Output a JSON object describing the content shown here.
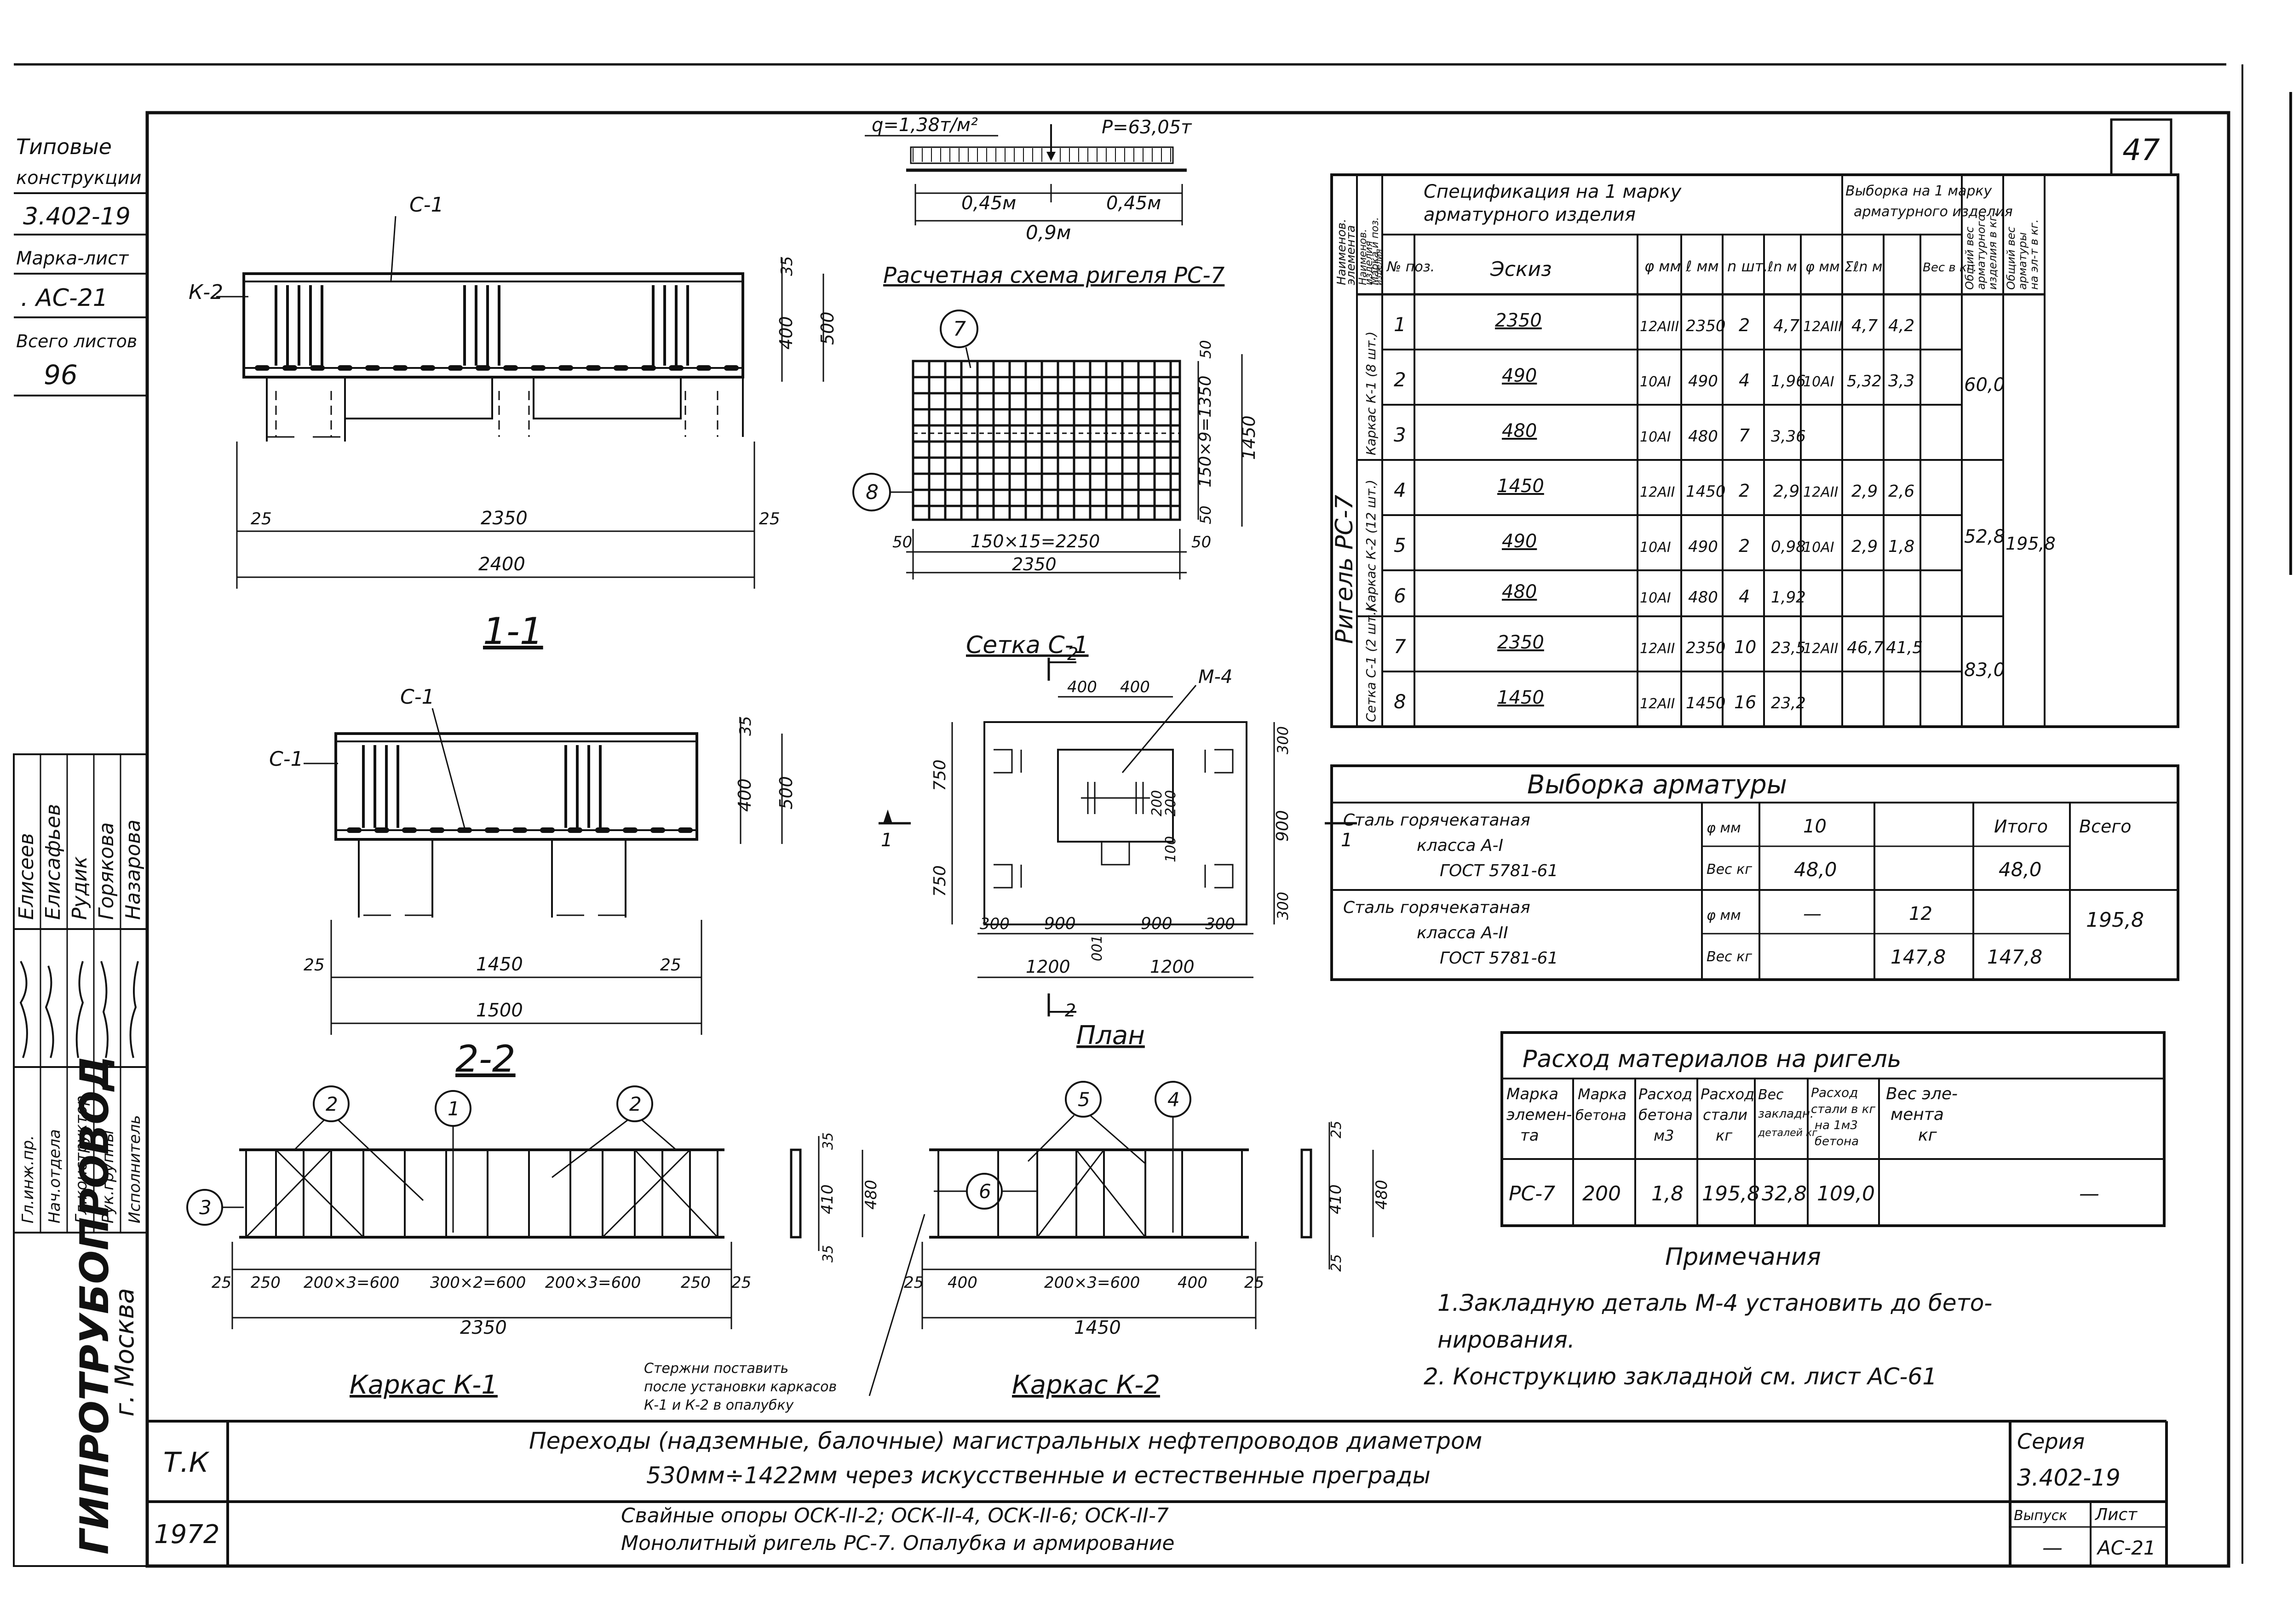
{
  "sheet_number": "47",
  "left_stamp": {
    "typical": [
      "Типовые",
      "конструкции"
    ],
    "series": "3.402-19",
    "mark_label": "Марка-лист",
    "mark_value": ". АС-21",
    "total_label": "Всего листов",
    "total_value": "96",
    "roles": [
      "Гл.инж.пр.",
      "Нач.отдела",
      "Гл.конструктор",
      "Рук.группы",
      "Исполнитель"
    ],
    "names": [
      "Елисеев",
      "Елисафьев",
      "Рудик",
      "Горякова",
      "Назарова"
    ],
    "org": "ГИПРОТРУБОПРОВОД",
    "city": "г. Москва"
  },
  "calc_scheme": {
    "load_q": "q=1,38т/м²",
    "load_p": "P=63,05т",
    "span_half_left": "0,45м",
    "span_half_right": "0,45м",
    "span_total": "0,9м",
    "title": "Расчетная схема ригеля РС-7"
  },
  "section_11": {
    "c_label": "С-1",
    "k_label": "К-2",
    "dim_35": "35",
    "dim_400": "400",
    "dim_500": "500",
    "dim_25a": "25",
    "dim_2350": "2350",
    "dim_25b": "25",
    "dim_2400": "2400",
    "title": "1-1"
  },
  "section_22": {
    "c_label": "С-1",
    "c_label2": "С-1",
    "dim_35": "35",
    "dim_400": "400",
    "dim_500": "500",
    "dim_25a": "25",
    "dim_1450": "1450",
    "dim_25b": "25",
    "dim_1500": "1500",
    "title": "2-2"
  },
  "mesh": {
    "pos7": "7",
    "pos8": "8",
    "dim_v": "150×9=1350",
    "dim_1450": "1450",
    "dim_h": "150×15=2250",
    "dim_2350": "2350",
    "dim_50a": "50",
    "dim_50b": "50",
    "dim_50c": "50",
    "dim_50d": "50",
    "title": "Сетка С-1"
  },
  "plan": {
    "cut": "2",
    "cut_b": "2",
    "cut_left": "1",
    "cut_right": "1",
    "m4": "М-4",
    "d400a": "400",
    "d400b": "400",
    "d750a": "750",
    "d750b": "750",
    "d300a": "300",
    "d900": "900",
    "d300b": "300",
    "d200a": "200",
    "d200b": "200",
    "d100": "100",
    "b300a": "300",
    "b900a": "900",
    "b900b": "900",
    "b300b": "300",
    "d1200a": "1200",
    "d1200b": "1200",
    "mid": "001",
    "title": "План"
  },
  "frame_k1": {
    "pos": [
      "2",
      "1",
      "2",
      "3"
    ],
    "dims": [
      "25",
      "250",
      "200×3=600",
      "300×2=600",
      "200×3=600",
      "250",
      "25"
    ],
    "total": "2350",
    "side": [
      "35",
      "410",
      "480",
      "35"
    ],
    "title": "Каркас К-1"
  },
  "frame_k2": {
    "pos": [
      "5",
      "4",
      "6"
    ],
    "dims": [
      "25",
      "400",
      "200×3=600",
      "400",
      "25"
    ],
    "total": "1450",
    "side": [
      "25",
      "410",
      "480",
      "25"
    ],
    "title": "Каркас К-2"
  },
  "rod_note": [
    "Стержни поставить",
    "после установки каркасов",
    "К-1 и К-2 в опалубку"
  ],
  "spec": {
    "header_col_a": [
      "Наименов.",
      "элемента"
    ],
    "header_col_b": [
      "Наименов.",
      "изделия",
      "Марка и поз.",
      "изделия"
    ],
    "header_spec": [
      "Спецификация на 1 марку",
      "арматурного изделия"
    ],
    "header_sel": [
      "Выборка на 1 марку",
      "арматурного изделия"
    ],
    "header_total1": [
      "Общий вес",
      "арматурного",
      "изделия в кг."
    ],
    "header_total2": [
      "Общий вес",
      "арматуры",
      "на эл-т в кг."
    ],
    "cols": [
      "№ поз.",
      "Эскиз",
      "φ мм",
      "ℓ мм",
      "n шт.",
      "ℓn м",
      "φ мм",
      "Σℓn м",
      "Вес в кг."
    ],
    "rows": [
      {
        "pos": "1",
        "sketch": "2350",
        "d": "12АIII",
        "l": "2350",
        "n": "2",
        "ln": "4,7",
        "sd": "12АIII",
        "sln": "4,7",
        "w": "4,2"
      },
      {
        "pos": "2",
        "sketch": "490",
        "d": "10АI",
        "l": "490",
        "n": "4",
        "ln": "1,96",
        "sd": "10АI",
        "sln": "5,32",
        "w": "3,3"
      },
      {
        "pos": "3",
        "sketch": "480",
        "d": "10АI",
        "l": "480",
        "n": "7",
        "ln": "3,36",
        "sd": "",
        "sln": "",
        "w": ""
      },
      {
        "pos": "4",
        "sketch": "1450",
        "d": "12АII",
        "l": "1450",
        "n": "2",
        "ln": "2,9",
        "sd": "12АII",
        "sln": "2,9",
        "w": "2,6"
      },
      {
        "pos": "5",
        "sketch": "490",
        "d": "10АI",
        "l": "490",
        "n": "2",
        "ln": "0,98",
        "sd": "10АI",
        "sln": "2,9",
        "w": "1,8"
      },
      {
        "pos": "6",
        "sketch": "480",
        "d": "10АI",
        "l": "480",
        "n": "4",
        "ln": "1,92",
        "sd": "",
        "sln": "",
        "w": ""
      },
      {
        "pos": "7",
        "sketch": "2350",
        "d": "12АII",
        "l": "2350",
        "n": "10",
        "ln": "23,5",
        "sd": "12АII",
        "sln": "46,7",
        "w": "41,5"
      },
      {
        "pos": "8",
        "sketch": "1450",
        "d": "12АII",
        "l": "1450",
        "n": "16",
        "ln": "23,2",
        "sd": "",
        "sln": "",
        "w": ""
      }
    ],
    "element": "Ригель РС-7",
    "groups": [
      "Каркас К-1 (8 шт.)",
      "Каркас К-2 (12 шт.)",
      "Сетка С-1 (2 шт.)"
    ],
    "group_totals": [
      "60,0",
      "52,8",
      "83,0"
    ],
    "grand_total": "195,8"
  },
  "selection": {
    "title": "Выборка арматуры",
    "row1_label": [
      "Сталь горячекатаная",
      "класса А-I",
      "ГОСТ 5781-61"
    ],
    "row2_label": [
      "Сталь горячекатаная",
      "класса А-II",
      "ГОСТ 5781-61"
    ],
    "phi": "φ мм",
    "weight": "Вес кг",
    "itogo": "Итого",
    "vsego": "Всего",
    "r1_d": "10",
    "r1_w": "48,0",
    "r1_total": "48,0",
    "r2_dash": "—",
    "r2_d": "12",
    "r2_w": "147,8",
    "r2_total": "147,8",
    "grand": "195,8"
  },
  "materials": {
    "title": "Расход материалов на ригель",
    "headers": [
      [
        "Марка",
        "элемен-",
        "та"
      ],
      [
        "Марка",
        "бетона"
      ],
      [
        "Расход",
        "бетона",
        "м3"
      ],
      [
        "Расход",
        "стали",
        "кг"
      ],
      [
        "Вес",
        "закладн.",
        "деталей кг"
      ],
      [
        "Расход",
        "стали в кг",
        "на 1м3",
        "бетона"
      ],
      [
        "Вес эле-",
        "мента",
        "кг"
      ]
    ],
    "values": [
      "РС-7",
      "200",
      "1,8",
      "195,8",
      "32,8",
      "109,0",
      "—"
    ]
  },
  "notes": {
    "title": "Примечания",
    "lines": [
      "1.Закладную деталь М-4 установить до бето-",
      "нирования.",
      "2. Конструкцию закладной см. лист АС-61"
    ]
  },
  "title_block": {
    "tk": "Т.К",
    "year": "1972",
    "line1": "Переходы (надземные, балочные) магистральных нефтепроводов диаметром",
    "line2": "530мм÷1422мм через искусственные и естественные преграды",
    "line3": "Свайные опоры ОСК-II-2; ОСК-II-4, ОСК-II-6; ОСК-II-7",
    "line4": "Монолитный ригель РС-7. Опалубка и армирование",
    "series_label": "Серия",
    "series_value": "3.402-19",
    "issue_label": "Выпуск",
    "issue_value": "—",
    "sheet_label": "Лист",
    "sheet_value": "АС-21"
  }
}
